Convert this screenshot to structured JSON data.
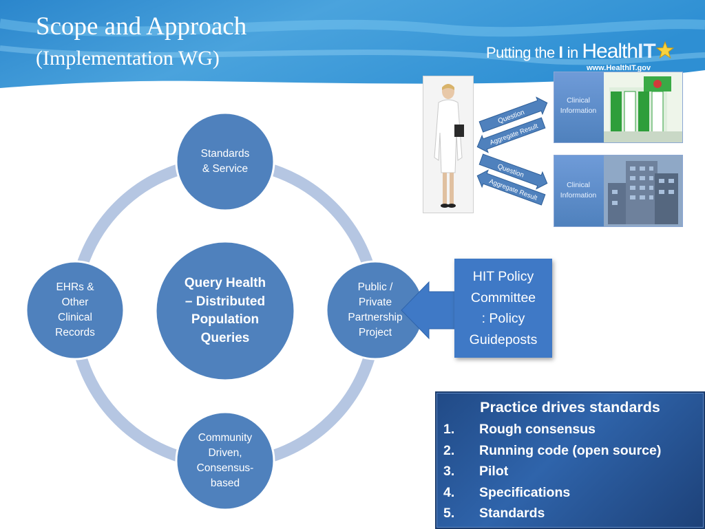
{
  "slide": {
    "title": "Scope and Approach",
    "subtitle": "(Implementation WG)"
  },
  "logo": {
    "putting": "Putting the ",
    "i": "I",
    "in": " in ",
    "health": "Health",
    "it": "IT",
    "url": "www.HealthIT.gov"
  },
  "cycle": {
    "center": [
      "Query Health",
      "– Distributed",
      "Population",
      "Queries"
    ],
    "nodes": {
      "top": [
        "Standards",
        "& Service"
      ],
      "right": [
        "Public /",
        "Private",
        "Partnership",
        "Project"
      ],
      "bottom": [
        "Community",
        "Driven,",
        "Consensus-",
        "based"
      ],
      "left": [
        "EHRs &",
        "Other",
        "Clinical",
        "Records"
      ]
    }
  },
  "hit_box": [
    "HIT Policy",
    "Committee",
    ": Policy",
    "Guideposts"
  ],
  "illustration": {
    "arrow_question": "Question",
    "arrow_result": "Aggregate Result",
    "clinical_info": [
      "Clinical",
      "Information"
    ]
  },
  "practice": {
    "title": "Practice drives standards",
    "items": [
      {
        "num": "1.",
        "label": "Rough consensus"
      },
      {
        "num": "2.",
        "label": "Running code (open source)"
      },
      {
        "num": "3.",
        "label": "Pilot"
      },
      {
        "num": "4.",
        "label": "Specifications"
      },
      {
        "num": "5.",
        "label": "Standards"
      }
    ]
  },
  "colors": {
    "header_light": "#5fb6e6",
    "header_dark": "#1f6fb2",
    "node_fill": "#4f81bd",
    "node_stroke": "#ffffff",
    "ring": "#b5c6e2",
    "hit_box": "#3f79c6",
    "practice_box": "#2a5aa0"
  }
}
